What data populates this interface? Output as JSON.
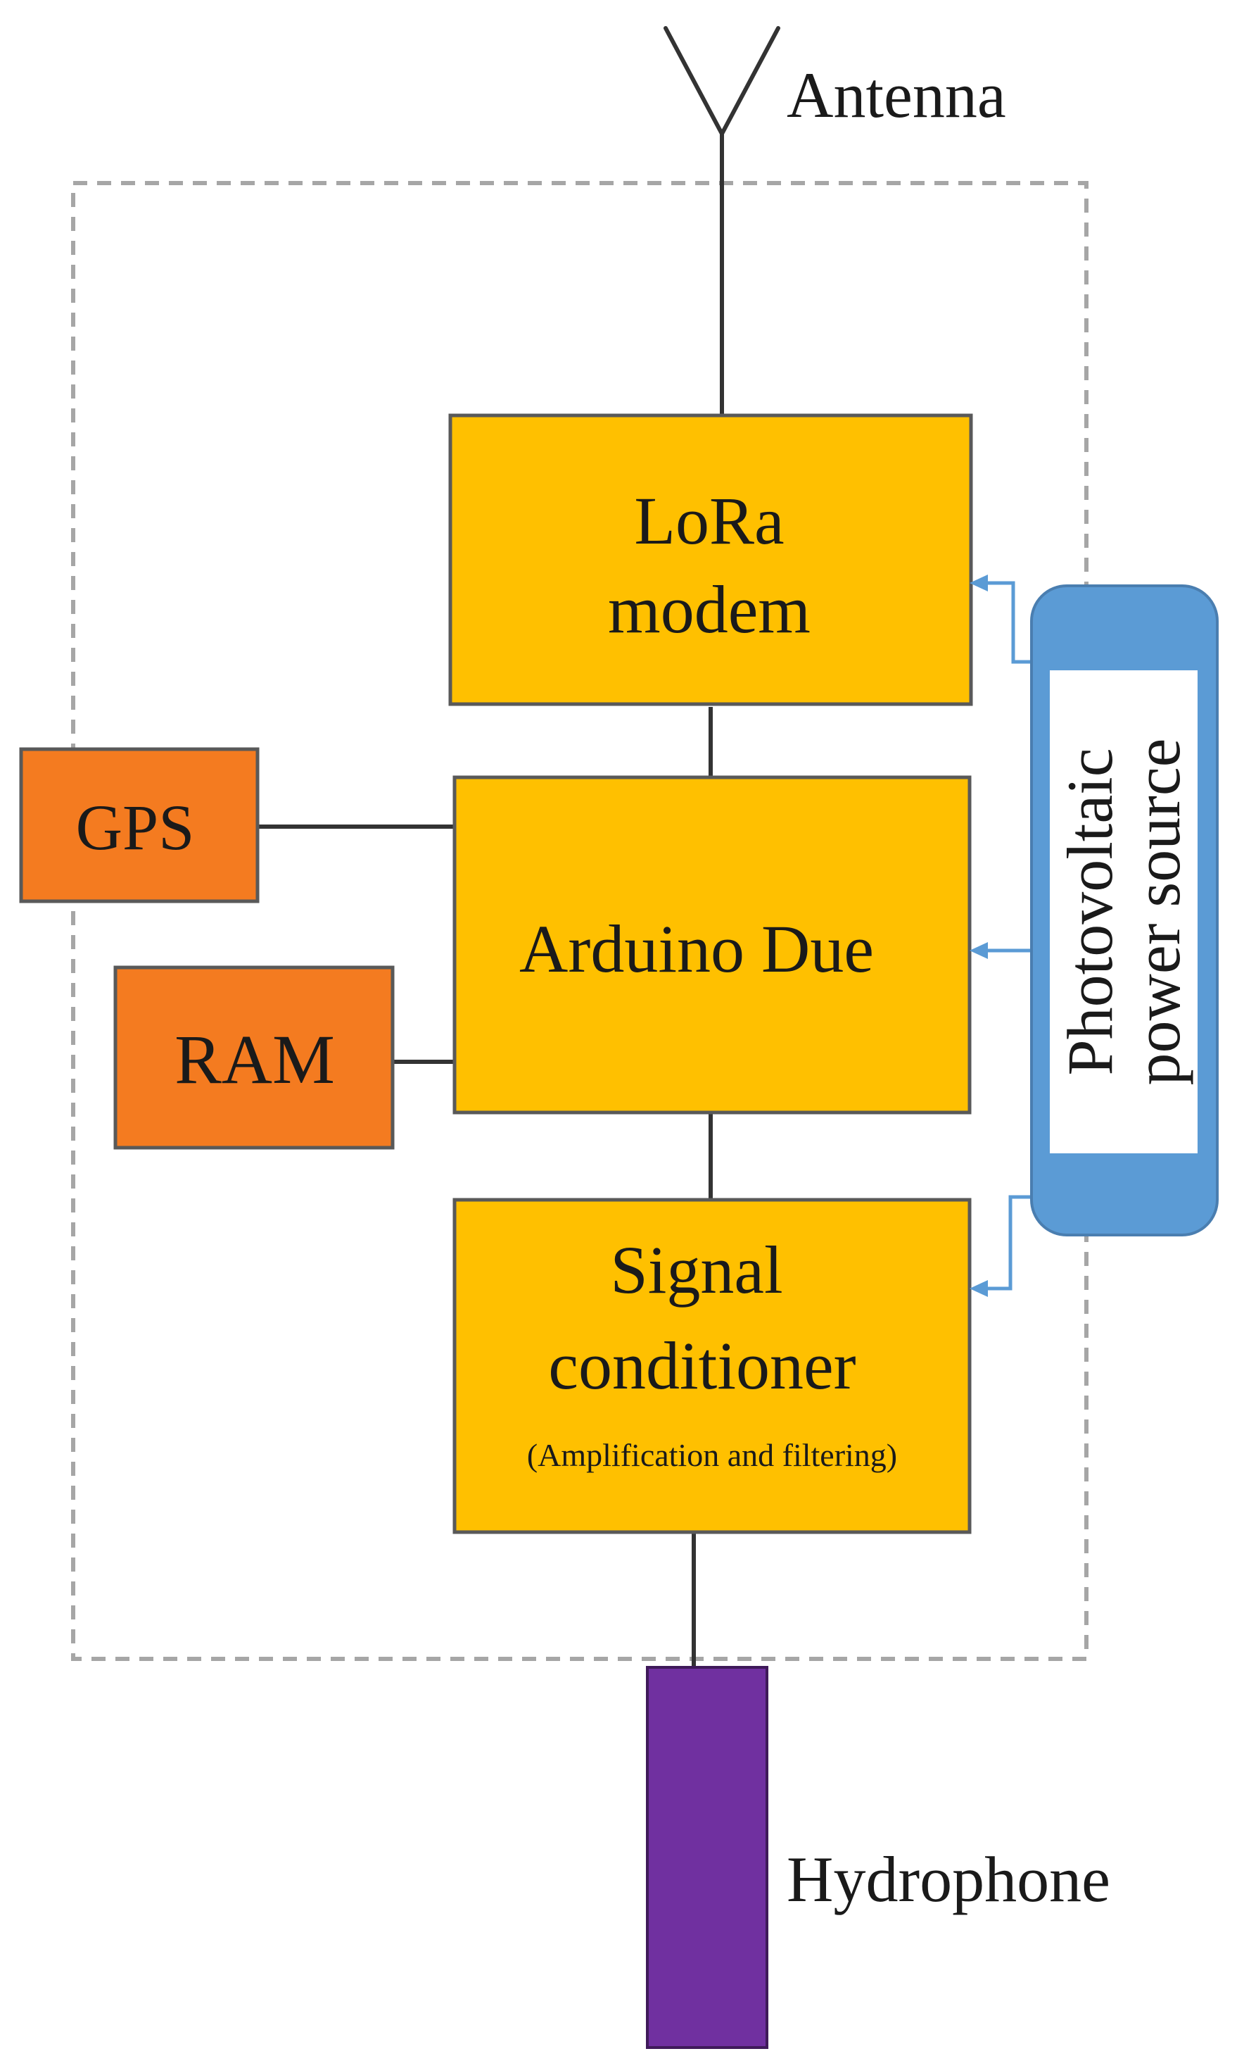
{
  "antenna": {
    "label": "Antenna"
  },
  "lora_modem": {
    "line1": "LoRa",
    "line2": "modem"
  },
  "arduino": {
    "label": "Arduino Due"
  },
  "gps": {
    "label": "GPS"
  },
  "ram": {
    "label": "RAM"
  },
  "signal_conditioner": {
    "line1": "Signal",
    "line2": "conditioner",
    "note": "(Amplification and filtering)"
  },
  "power_source": {
    "line1": "Photovoltaic",
    "line2": "power source"
  },
  "hydrophone": {
    "label": "Hydrophone"
  },
  "colors": {
    "module_fill": "#FFC000",
    "peripheral_fill": "#F47B20",
    "power_fill": "#5B9BD5",
    "hydrophone_fill": "#7030A0",
    "wire": "#333333",
    "enclosure_border": "#a6a6a6"
  }
}
